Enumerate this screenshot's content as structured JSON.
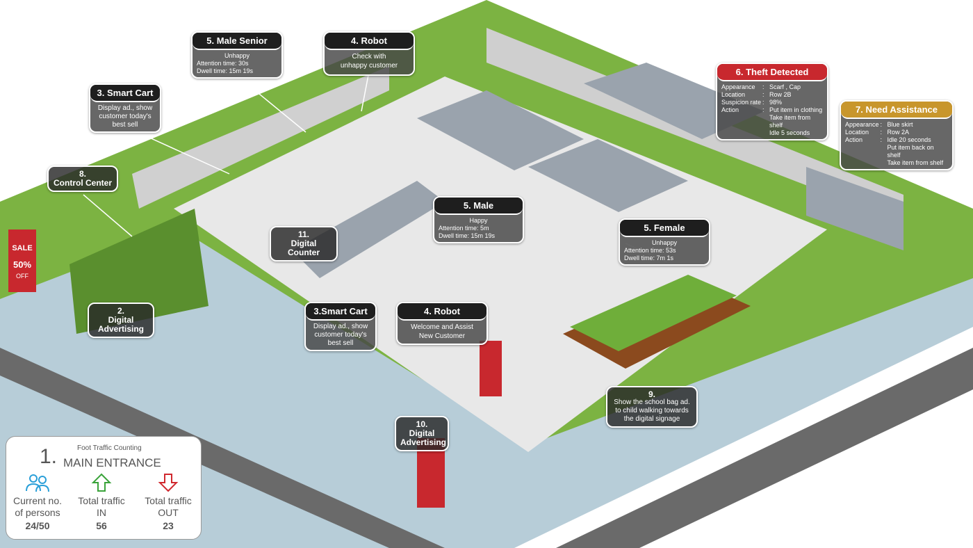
{
  "colors": {
    "green": "#7cb342",
    "floor": "#e6e6e6",
    "walkway": "#b7cdd8",
    "road": "#6a6a6a",
    "theft": "#c8282e",
    "assist": "#c8962c"
  },
  "callouts": {
    "male_senior": {
      "title": "5.  Male Senior",
      "mood": "Unhappy",
      "attention": "Attention time: 30s",
      "dwell": "Dwell time: 15m 19s"
    },
    "robot_top": {
      "title": "4. Robot",
      "text1": "Check with",
      "text2": "unhappy customer"
    },
    "smart_cart_top": {
      "title": "3. Smart Cart",
      "text1": "Display ad., show",
      "text2": "customer today's",
      "text3": "best sell"
    },
    "control_center": {
      "num": "8.",
      "title": "Control Center"
    },
    "digital_counter": {
      "num": "11.",
      "title": "Digital Counter"
    },
    "male": {
      "title": "5. Male",
      "mood": "Happy",
      "attention": "Attention time: 5m",
      "dwell": "Dwell time: 15m 19s"
    },
    "female": {
      "title": "5.  Female",
      "mood": "Unhappy",
      "attention": "Attention time: 53s",
      "dwell": "Dwell time: 7m 1s"
    },
    "theft": {
      "title": "6.  Theft Detected",
      "rows": [
        {
          "k": "Appearance",
          "v": "Scarf , Cap"
        },
        {
          "k": "Location",
          "v": "Row 2B"
        },
        {
          "k": "Suspicion rate",
          "v": "98%"
        },
        {
          "k": "Action",
          "v": "Put item in clothing"
        },
        {
          "k": "",
          "v": "Take item from shelf"
        },
        {
          "k": "",
          "v": " Idle 5 seconds"
        }
      ]
    },
    "assist": {
      "title": "7.  Need Assistance",
      "rows": [
        {
          "k": "Appearance",
          "v": "Blue skirt"
        },
        {
          "k": "Location",
          "v": "Row 2A"
        },
        {
          "k": "Action",
          "v": "Idle 20 seconds"
        },
        {
          "k": "",
          "v": "Put item back on shelf"
        },
        {
          "k": "",
          "v": "Take item from shelf"
        }
      ]
    },
    "digital_ad_left": {
      "num": "2.",
      "title1": "Digital",
      "title2": "Advertising"
    },
    "smart_cart_bottom": {
      "title": "3.Smart Cart",
      "text1": "Display ad., show",
      "text2": "customer today's",
      "text3": "best sell"
    },
    "robot_bottom": {
      "title": "4. Robot",
      "text1": "Welcome and Assist",
      "text2": "New Customer"
    },
    "school_bag": {
      "num": "9.",
      "text1": "Show the school bag ad.",
      "text2": "to child walking towards",
      "text3": "the digital signage"
    },
    "digital_ad_bottom": {
      "num": "10.",
      "title1": "Digital",
      "title2": "Advertising"
    }
  },
  "entrance_panel": {
    "num": "1.",
    "subtitle": "Foot Traffic Counting",
    "title": "MAIN ENTRANCE",
    "current": {
      "label1": "Current no.",
      "label2": "of persons",
      "value": "24/50",
      "icon": "people-icon",
      "color": "#2a9fd8"
    },
    "in": {
      "label1": "Total traffic",
      "label2": "IN",
      "value": "56",
      "icon": "arrow-up-icon",
      "color": "#3aa33a"
    },
    "out": {
      "label1": "Total traffic",
      "label2": "OUT",
      "value": "23",
      "icon": "arrow-down-icon",
      "color": "#d0282e"
    }
  },
  "signage": {
    "sale": "SALE",
    "sale_pct": "50%",
    "off": "OFF"
  }
}
